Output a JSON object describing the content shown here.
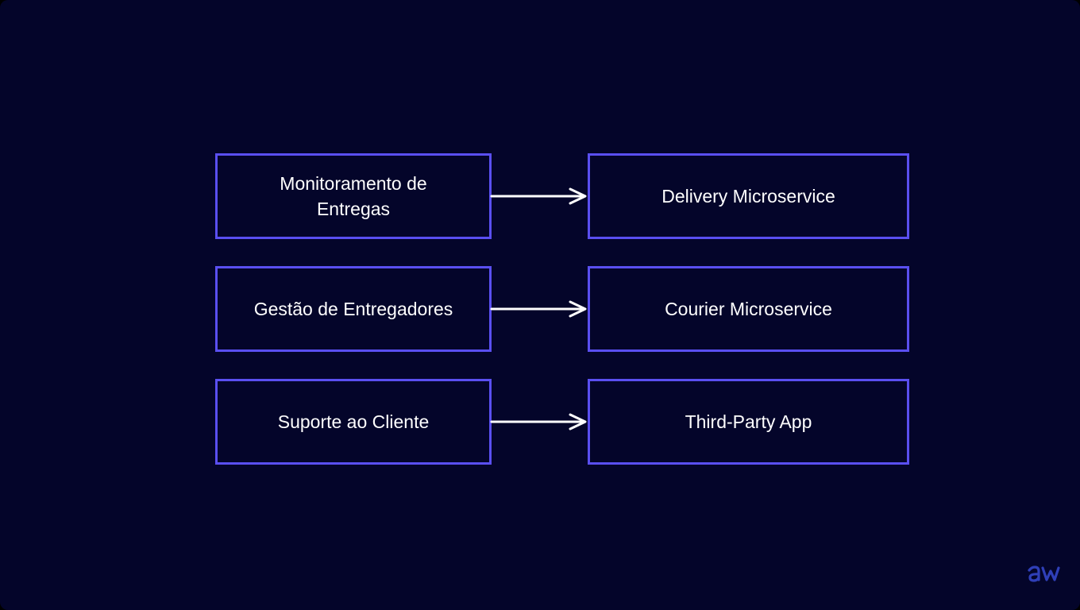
{
  "diagram": {
    "rows": [
      {
        "source": "Monitoramento de Entregas",
        "target": "Delivery Microservice"
      },
      {
        "source": "Gestão de Entregadores",
        "target": "Courier Microservice"
      },
      {
        "source": "Suporte ao Cliente",
        "target": "Third-Party App"
      }
    ]
  },
  "logo": {
    "text": "aw",
    "color": "#2f3fb8"
  },
  "colors": {
    "background": "#04052a",
    "box_border": "#5a4ff0",
    "text": "#ffffff",
    "arrow": "#ffffff"
  }
}
